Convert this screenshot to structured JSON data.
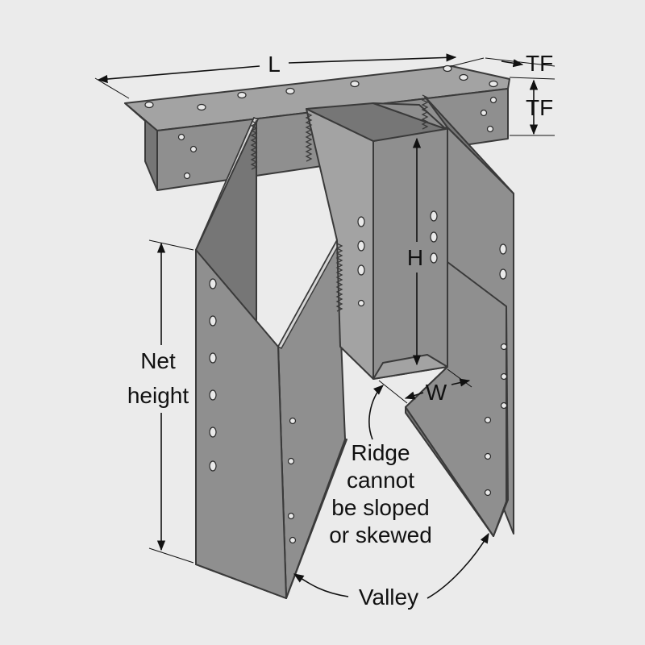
{
  "diagram": {
    "labels": {
      "length": "L",
      "top_flange_1": "TF",
      "top_flange_2": "TF",
      "height": "H",
      "width": "W",
      "net_height_line1": "Net",
      "net_height_line2": "height",
      "ridge_line1": "Ridge",
      "ridge_line2": "cannot",
      "ridge_line3": "be sloped",
      "ridge_line4": "or skewed",
      "valley": "Valley"
    }
  }
}
